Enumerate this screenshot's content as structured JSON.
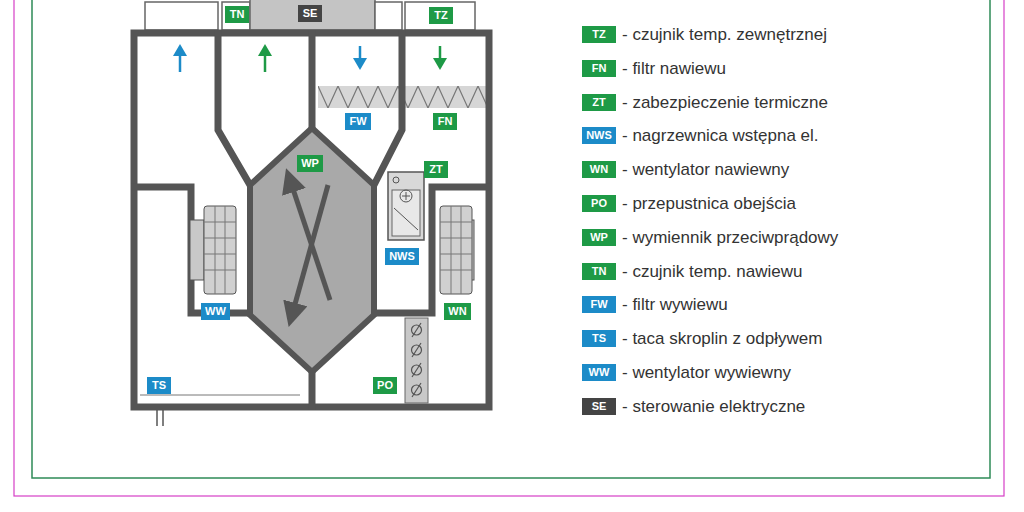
{
  "diagram": {
    "nodes": [
      {
        "text": [
          "TN"
        ]
      },
      {
        "text": [
          "SE"
        ]
      },
      {
        "text": [
          "TZ"
        ]
      },
      {
        "text": [
          "FW"
        ]
      },
      {
        "text": [
          "FN"
        ]
      },
      {
        "text": [
          "WP"
        ]
      },
      {
        "text": [
          "ZT"
        ]
      },
      {
        "text": [
          "NWS"
        ]
      },
      {
        "text": [
          "WW"
        ]
      },
      {
        "text": [
          "WN"
        ]
      },
      {
        "text": [
          "TS"
        ]
      },
      {
        "text": [
          "PO"
        ]
      }
    ],
    "labels": [
      "TZ",
      "FN",
      "ZT",
      "NWS",
      "WN",
      "PO",
      "WP",
      "TN",
      "FW",
      "TS",
      "WW",
      "SE"
    ],
    "legend": [
      {
        "text": "- czujnik temp. zewnętrznej",
        "color": "#1e9a46"
      },
      {
        "text": "- filtr nawiewu",
        "color": "#1e9a46"
      },
      {
        "text": "- zabezpieczenie termiczne",
        "color": "#1e9a46"
      },
      {
        "text": "- nagrzewnica wstępna el.",
        "color": "#1c8bc8"
      },
      {
        "text": "- wentylator nawiewny",
        "color": "#1e9a46"
      },
      {
        "text": "- przepustnica obejścia",
        "color": "#1e9a46"
      },
      {
        "text": "- wymiennik przeciwprądowy",
        "color": "#1e9a46"
      },
      {
        "text": "- czujnik temp. nawiewu",
        "color": "#1e9a46"
      },
      {
        "text": "- filtr wywiewu",
        "color": "#1c8bc8"
      },
      {
        "text": "- taca skroplin z odpływem",
        "color": "#1c8bc8"
      },
      {
        "text": "- wentylator wywiewny",
        "color": "#1c8bc8"
      },
      {
        "text": "- sterowanie elektryczne",
        "color": "#444444"
      }
    ]
  }
}
